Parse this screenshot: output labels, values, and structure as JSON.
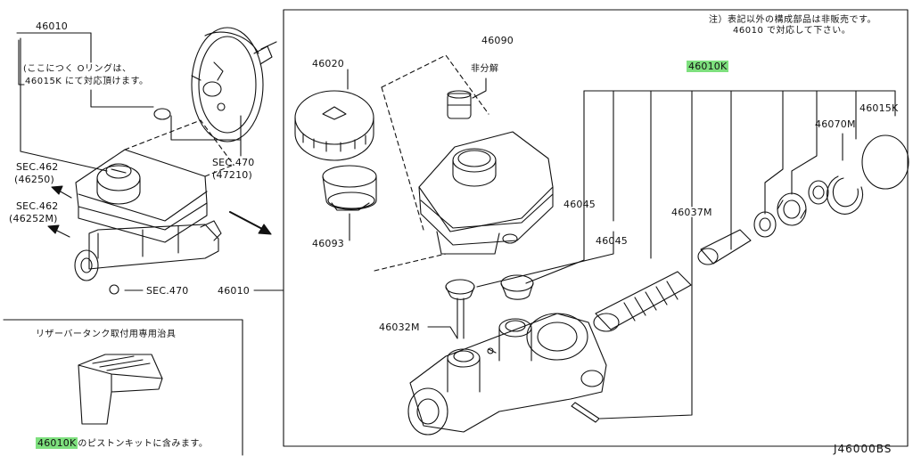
{
  "note": {
    "line1": "注）表記以外の構成部品は非販売です。",
    "line2": "46010 で対応して下さい。"
  },
  "left_assembly": {
    "part_top": "46010",
    "oring_note_line1": "(ここにつく Oリングは、",
    "oring_note_line2": "46015K にて対応頂けます。",
    "sec470_upper": "SEC.470",
    "sec470_upper_ref": "(47210)",
    "sec462_a": "SEC.462",
    "sec462_a_ref": "(46250)",
    "sec462_b": "SEC.462",
    "sec462_b_ref": "(46252M)",
    "sec470_lower": "SEC.470",
    "part_main": "46010"
  },
  "exploded": {
    "cap": "46020",
    "reservoir": "46090",
    "not_separate": "非分解",
    "strainer": "46093",
    "kit": "46010K",
    "oring": "46015K",
    "snap_ring": "46070M",
    "grommet_a": "46045",
    "grommet_b": "46045",
    "piston": "46037M",
    "pin": "46032M"
  },
  "tool_box": {
    "title": "リザーバータンク取付用専用治具",
    "caption_code": "46010K",
    "caption_text": "のピストンキットに含みます。"
  },
  "diagram_code": "J46000BS",
  "colors": {
    "highlight": "#7ee07e",
    "line": "#111111"
  }
}
